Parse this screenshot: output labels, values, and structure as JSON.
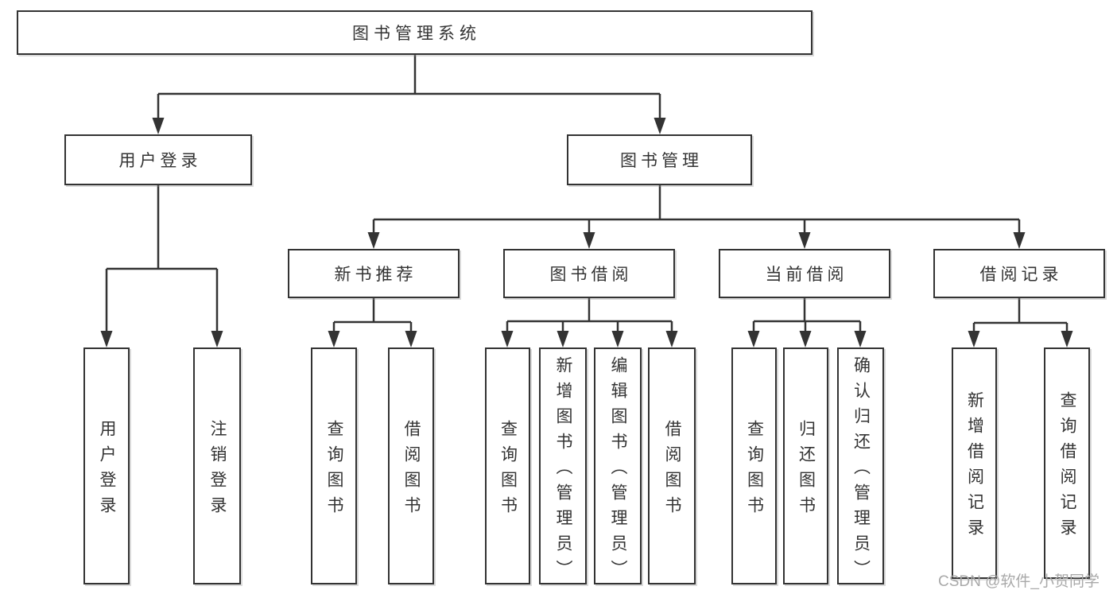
{
  "tree": {
    "root": {
      "label": "图书管理系统"
    },
    "branches": [
      {
        "label": "用户登录",
        "children": [
          {
            "label": "用户登录"
          },
          {
            "label": "注销登录"
          }
        ]
      },
      {
        "label": "图书管理",
        "children": [
          {
            "label": "新书推荐",
            "children": [
              {
                "label": "查询图书"
              },
              {
                "label": "借阅图书"
              }
            ]
          },
          {
            "label": "图书借阅",
            "children": [
              {
                "label": "查询图书"
              },
              {
                "label": "新增图书（管理员）"
              },
              {
                "label": "编辑图书（管理员）"
              },
              {
                "label": "借阅图书"
              }
            ]
          },
          {
            "label": "当前借阅",
            "children": [
              {
                "label": "查询图书"
              },
              {
                "label": "归还图书"
              },
              {
                "label": "确认归还（管理员）"
              }
            ]
          },
          {
            "label": "借阅记录",
            "children": [
              {
                "label": "新增借阅记录"
              },
              {
                "label": "查询借阅记录"
              }
            ]
          }
        ]
      }
    ]
  },
  "watermark": {
    "text": "CSDN @软件_小贺同学"
  },
  "colors": {
    "line": "#333333",
    "box_border": "#333333",
    "text": "#333333",
    "watermark": "#a9a9a9",
    "background": "#ffffff"
  }
}
